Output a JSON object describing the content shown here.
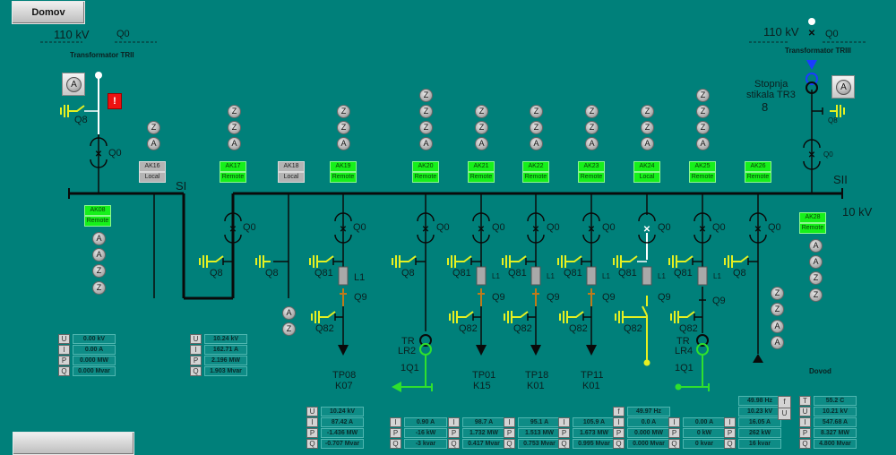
{
  "nav": {
    "home_label": "Domov",
    "bottom_button_label": ""
  },
  "tr_left": {
    "voltage": "110 kV",
    "breaker": "Q0",
    "title": "Transformator TRII",
    "earth_switch": "Q8",
    "breaker_label": "Q0",
    "alarm_icon": "!",
    "a_button": "A"
  },
  "tr_right": {
    "voltage": "110 kV",
    "breaker": "Q0",
    "title": "Transformator TRIII",
    "tap_label_1": "Stopnja",
    "tap_label_2": "stikala TR3",
    "tap_value": "8",
    "earth_switch": "Q8",
    "breaker_label": "Q0",
    "a_button": "A"
  },
  "busbars": {
    "left": "SI",
    "right": "SII",
    "voltage": "10 kV"
  },
  "ak_units": [
    {
      "id": "AK16",
      "mode": "Local"
    },
    {
      "id": "AK17",
      "mode": "Remote"
    },
    {
      "id": "AK18",
      "mode": "Local"
    },
    {
      "id": "AK19",
      "mode": "Remote"
    },
    {
      "id": "AK20",
      "mode": "Remote"
    },
    {
      "id": "AK21",
      "mode": "Remote"
    },
    {
      "id": "AK22",
      "mode": "Remote"
    },
    {
      "id": "AK23",
      "mode": "Remote"
    },
    {
      "id": "AK24",
      "mode": "Local"
    },
    {
      "id": "AK25",
      "mode": "Remote"
    },
    {
      "id": "AK26",
      "mode": "Remote"
    },
    {
      "id": "AK08",
      "mode": "Remote"
    },
    {
      "id": "AK28",
      "mode": "Remote"
    }
  ],
  "indicators": {
    "z": "Z",
    "a": "A"
  },
  "bays": [
    {
      "q0": "Q0",
      "earth": "Q8"
    },
    {
      "earth": "Q8"
    },
    {
      "q0": "Q0",
      "earth1": "Q81",
      "reactor": "L1",
      "disc": "Q9",
      "earth2": "Q82",
      "feeder1": "TP08",
      "feeder2": "K07"
    },
    {
      "q0": "Q0",
      "earth": "Q8",
      "tr1": "TR",
      "tr2": "LR2",
      "sw": "1Q1"
    },
    {
      "q0": "Q0",
      "earth1": "Q81",
      "reactor": "L1",
      "disc": "Q9",
      "earth2": "Q82",
      "feeder1": "TP01",
      "feeder2": "K15"
    },
    {
      "q0": "Q0",
      "earth1": "Q81",
      "reactor": "L1",
      "disc": "Q9",
      "earth2": "Q82",
      "feeder1": "TP18",
      "feeder2": "K01"
    },
    {
      "q0": "Q0",
      "earth1": "Q81",
      "reactor": "L1",
      "disc": "Q9",
      "earth2": "Q82",
      "feeder1": "TP11",
      "feeder2": "K01"
    },
    {
      "q0": "Q0",
      "earth1": "Q81",
      "reactor": "L1",
      "disc": "Q9",
      "earth2": "Q82"
    },
    {
      "q0": "Q0",
      "earth1": "Q81",
      "reactor": "L1",
      "disc": "Q9",
      "earth2": "Q82",
      "tr1": "TR",
      "tr2": "LR4",
      "sw": "1Q1"
    },
    {
      "q0": "Q0",
      "earth": "Q8"
    }
  ],
  "dovod_label": "Dovod",
  "measurements": {
    "m1": {
      "U": "0.00 kV",
      "I": "0.00 A",
      "P": "0.000 MW",
      "Q": "0.000 Mvar"
    },
    "m2": {
      "U": "10.24 kV",
      "I": "162.71 A",
      "P": "2.196 MW",
      "Q": "1.903 Mvar"
    },
    "m3": {
      "U": "10.24 kV",
      "I": "87.42 A",
      "P": "-1.436 MW",
      "Q": "-0.707 Mvar"
    },
    "m4": {
      "I": "0.90 A",
      "P": "-16 kW",
      "Q": "-3 kvar"
    },
    "m5": {
      "I": "98.7 A",
      "P": "1.732 MW",
      "Q": "0.417 Mvar"
    },
    "m6": {
      "I": "95.1 A",
      "P": "1.513 MW",
      "Q": "0.753 Mvar"
    },
    "m7": {
      "I": "105.9 A",
      "P": "1.673 MW",
      "Q": "0.995 Mvar"
    },
    "m8": {
      "f": "49.97 Hz",
      "I": "0.0 A",
      "P": "0.000 MW",
      "Q": "0.000 Mvar"
    },
    "m9": {
      "I": "0.00 A",
      "P": "0 kW",
      "Q": "0 kvar"
    },
    "m10": {
      "f": "49.98 Hz",
      "U": "10.23 kV",
      "I": "16.05 A",
      "P": "262 kW",
      "Q": "16 kvar"
    },
    "m11": {
      "T": "55.2 C",
      "U": "10.21 kV",
      "I": "547.68 A",
      "P": "8.327 MW",
      "Q": "4.800 Mvar"
    }
  },
  "meas_keys": {
    "U": "U",
    "I": "I",
    "P": "P",
    "Q": "Q",
    "f": "f",
    "T": "T"
  }
}
